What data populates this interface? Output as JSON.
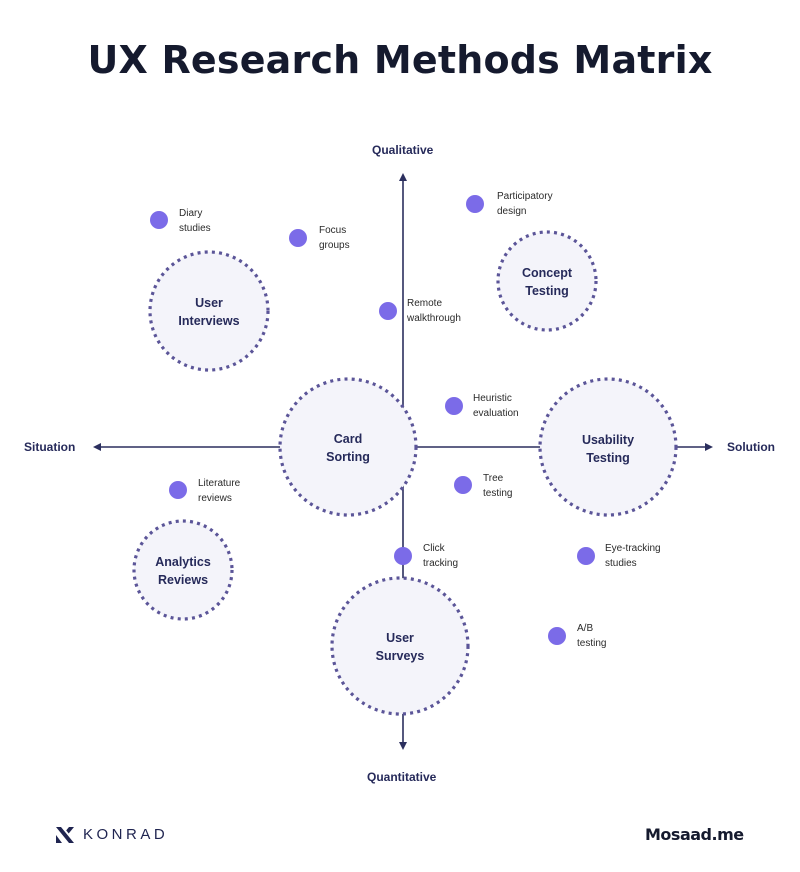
{
  "title": "UX Research Methods Matrix",
  "colors": {
    "axis": "#2b2f5e",
    "dot": "#7b6be8",
    "circle_fill": "#f4f4fa",
    "circle_border": "#5b5598",
    "text_dark": "#151a2e"
  },
  "axes": {
    "top": "Qualitative",
    "bottom": "Quantitative",
    "left": "Situation",
    "right": "Solution"
  },
  "major_methods": [
    {
      "id": "user-interviews",
      "line1": "User",
      "line2": "Interviews"
    },
    {
      "id": "concept-testing",
      "line1": "Concept",
      "line2": "Testing"
    },
    {
      "id": "card-sorting",
      "line1": "Card",
      "line2": "Sorting"
    },
    {
      "id": "usability-testing",
      "line1": "Usability",
      "line2": "Testing"
    },
    {
      "id": "analytics-reviews",
      "line1": "Analytics",
      "line2": "Reviews"
    },
    {
      "id": "user-surveys",
      "line1": "User",
      "line2": "Surveys"
    }
  ],
  "minor_methods": [
    {
      "id": "diary-studies",
      "line1": "Diary",
      "line2": "studies"
    },
    {
      "id": "focus-groups",
      "line1": "Focus",
      "line2": "groups"
    },
    {
      "id": "participatory-design",
      "line1": "Participatory",
      "line2": "design"
    },
    {
      "id": "remote-walkthrough",
      "line1": "Remote",
      "line2": "walkthrough"
    },
    {
      "id": "heuristic-evaluation",
      "line1": "Heuristic",
      "line2": "evaluation"
    },
    {
      "id": "literature-reviews",
      "line1": "Literature",
      "line2": "reviews"
    },
    {
      "id": "tree-testing",
      "line1": "Tree",
      "line2": "testing"
    },
    {
      "id": "click-tracking",
      "line1": "Click",
      "line2": "tracking"
    },
    {
      "id": "eye-tracking-studies",
      "line1": "Eye-tracking",
      "line2": "studies"
    },
    {
      "id": "ab-testing",
      "line1": "A/B",
      "line2": "testing"
    }
  ],
  "footer": {
    "left_brand": "KONRAD",
    "right_brand": "Mosaad.me"
  }
}
